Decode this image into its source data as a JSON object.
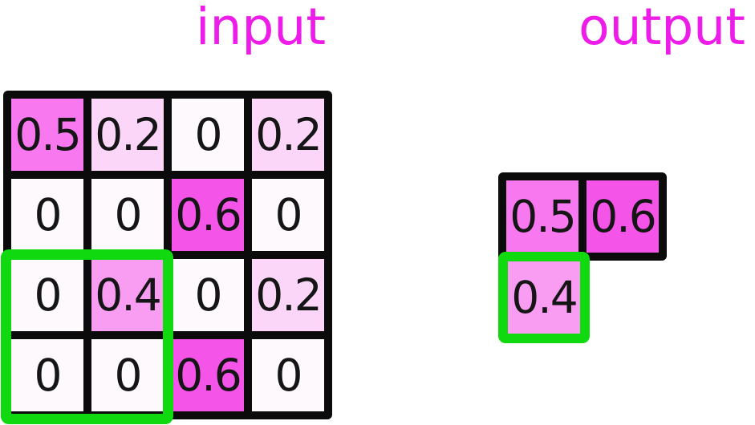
{
  "titles": {
    "input": "input",
    "output": "output"
  },
  "colors": {
    "title": "#ee1ce9",
    "grid_border": "#0b0b0b",
    "highlight_green": "#10d910",
    "cell_text": "#151515",
    "background": "#ffffff",
    "value_fills": {
      "0": "#fdf9fd",
      "0.2": "#fbd6f8",
      "0.4": "#f99df3",
      "0.5": "#f879ef",
      "0.6": "#f554e9"
    }
  },
  "input_grid": {
    "rows": [
      [
        "0.5",
        "0.2",
        "0",
        "0.2"
      ],
      [
        "0",
        "0",
        "0.6",
        "0"
      ],
      [
        "0",
        "0.4",
        "0",
        "0.2"
      ],
      [
        "0",
        "0",
        "0.6",
        "0"
      ]
    ],
    "highlight_window": {
      "rows": "3-4",
      "cols": "1-2",
      "values": [
        [
          "0",
          "0.4"
        ],
        [
          "0",
          "0"
        ]
      ]
    }
  },
  "output_grid": {
    "cells": [
      {
        "value": "0.5",
        "highlighted": false
      },
      {
        "value": "0.6",
        "highlighted": false
      },
      {
        "value": "0.4",
        "highlighted": true
      }
    ]
  }
}
